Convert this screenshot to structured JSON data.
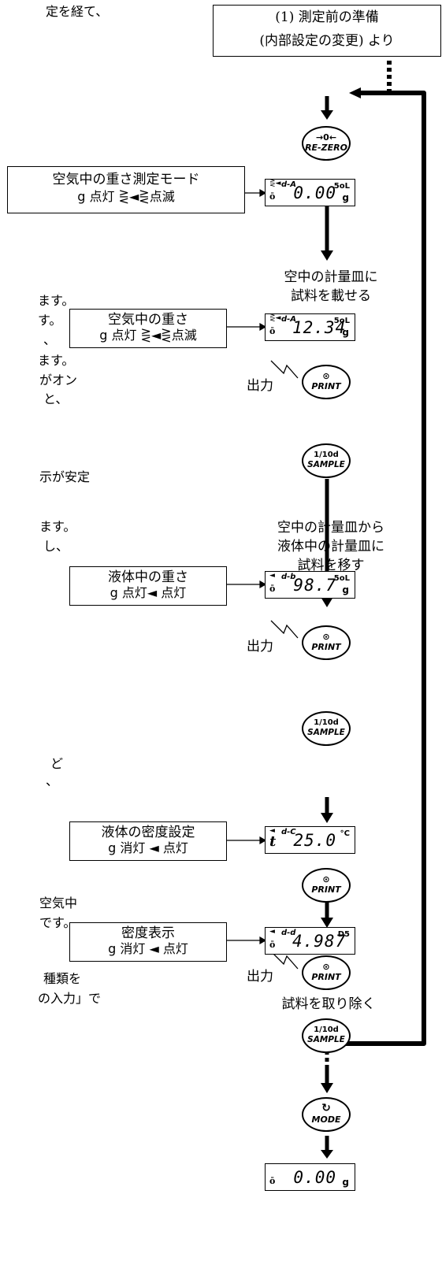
{
  "left_text": [
    "定を経て、",
    "ます。",
    "す。",
    "、",
    "ます。",
    "がオン",
    "と、",
    "示が安定",
    "ます。",
    "し、",
    "ど",
    "、",
    "空気中",
    "です。",
    "種類を",
    "の入力」で"
  ],
  "header_box": {
    "line1": "(1) 測定前の準備",
    "line2": "(内部設定の変更) より"
  },
  "buttons": {
    "rezero": {
      "symbol": "→0←",
      "label": "RE-ZERO"
    },
    "print": {
      "symbol": "⊙",
      "label": "PRINT"
    },
    "sample": {
      "symbol": "1/10d",
      "label": "SAMPLE"
    },
    "mode": {
      "symbol": "↻",
      "label": "MODE"
    }
  },
  "modes": [
    {
      "line1": "空気中の重さ測定モード",
      "line2": "g 点灯 ⋛◄⋛点滅"
    },
    {
      "line1": "空気中の重さ",
      "line2": "g 点灯 ⋛◄⋛点滅"
    },
    {
      "line1": "液体中の重さ",
      "line2": "g 点灯◄ 点灯"
    },
    {
      "line1": "液体の密度設定",
      "line2": "g 消灯 ◄ 点灯"
    },
    {
      "line1": "密度表示",
      "line2": "g 消灯 ◄ 点灯"
    }
  ],
  "displays": [
    {
      "label": "d-A",
      "value": "0.00",
      "unit_top": "5oL",
      "unit_bottom": "g"
    },
    {
      "label": "d-A",
      "value": "12.34",
      "unit_top": "5oL",
      "unit_bottom": "g"
    },
    {
      "label": "d-b",
      "value": "98.7",
      "unit_top": "5oL",
      "unit_bottom": "g"
    },
    {
      "label": "d-C",
      "prefix": "t",
      "value": "25.0",
      "unit_top": "°C",
      "unit_bottom": ""
    },
    {
      "label": "d-d",
      "value": "4.987",
      "unit_top": "D5",
      "unit_bottom": ""
    },
    {
      "label": "",
      "value": "0.00",
      "unit_top": "",
      "unit_bottom": "g"
    }
  ],
  "flow_labels": {
    "place_line1": "空中の計量皿に",
    "place_line2": "試料を載せる",
    "move_line1": "空中の計量皿から",
    "move_line2": "液体中の計量皿に",
    "move_line3": "試料を移す",
    "remove": "試料を取り除く",
    "output": "出力"
  }
}
